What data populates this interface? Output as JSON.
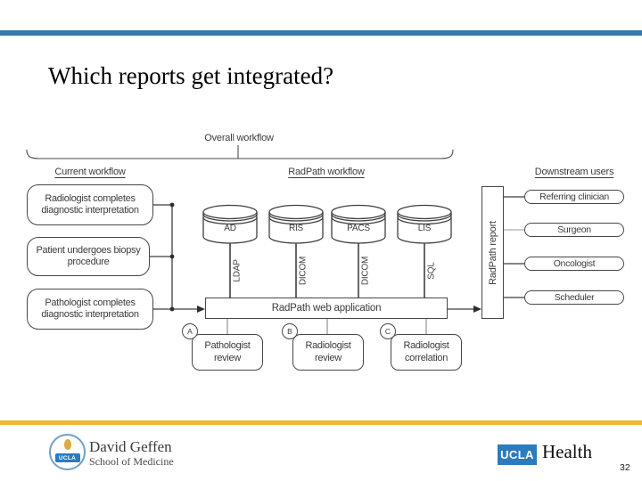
{
  "slide": {
    "title": "Which reports get integrated?",
    "page_number": "32"
  },
  "diagram": {
    "overall_label": "Overall workflow",
    "column_labels": {
      "current": "Current workflow",
      "radpath": "RadPath workflow",
      "downstream": "Downstream users"
    },
    "current_steps": [
      "Radiologist completes diagnostic interpretation",
      "Patient undergoes biopsy procedure",
      "Pathologist completes diagnostic interpretation"
    ],
    "databases": [
      "AD",
      "RIS",
      "PACS",
      "LIS"
    ],
    "protocols": [
      "LDAP",
      "DICOM",
      "DICOM",
      "SQL"
    ],
    "web_app_label": "RadPath web application",
    "report_label": "RadPath report",
    "downstream_users": [
      "Referring clinician",
      "Surgeon",
      "Oncologist",
      "Scheduler"
    ],
    "review_steps": [
      {
        "badge": "A",
        "label": "Pathologist review"
      },
      {
        "badge": "B",
        "label": "Radiologist review"
      },
      {
        "badge": "C",
        "label": "Radiologist correlation"
      }
    ]
  },
  "footer": {
    "seal_text": "UCLA",
    "school_line1": "David Geffen",
    "school_line2": "School of Medicine",
    "health_logo": {
      "ucla": "UCLA",
      "health": "Health"
    }
  },
  "colors": {
    "top_bar": "#3878A8",
    "footer_bar": "#F0B62F",
    "ucla_blue": "#2B7BBE"
  }
}
